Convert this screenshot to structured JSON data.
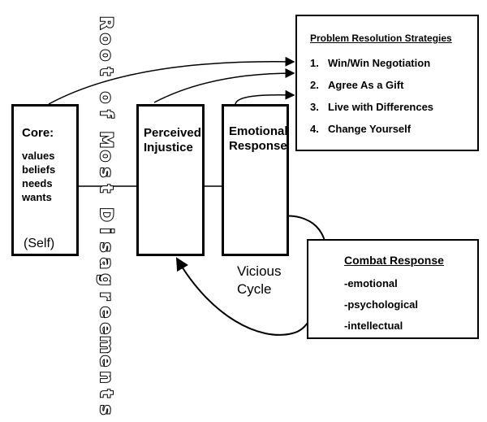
{
  "vertical_title": "Root of Most Disagreements",
  "core": {
    "title": "Core:",
    "items": [
      "values",
      "beliefs",
      "needs",
      "wants"
    ],
    "self_label": "(Self)"
  },
  "perceived_injustice": {
    "label_line1": "Perceived",
    "label_line2": "Injustice"
  },
  "emotional_response": {
    "label_line1": "Emotional",
    "label_line2": "Response"
  },
  "strategies": {
    "heading": "Problem Resolution Strategies",
    "items": [
      {
        "n": "1.",
        "text": "Win/Win Negotiation"
      },
      {
        "n": "2.",
        "text": "Agree As a Gift"
      },
      {
        "n": "3.",
        "text": "Live with Differences"
      },
      {
        "n": "4.",
        "text": "Change Yourself"
      }
    ]
  },
  "combat": {
    "heading": "Combat Response",
    "items": [
      "-emotional",
      "-psychological",
      "-intellectual"
    ]
  },
  "cycle_label_line1": "Vicious",
  "cycle_label_line2": "Cycle"
}
